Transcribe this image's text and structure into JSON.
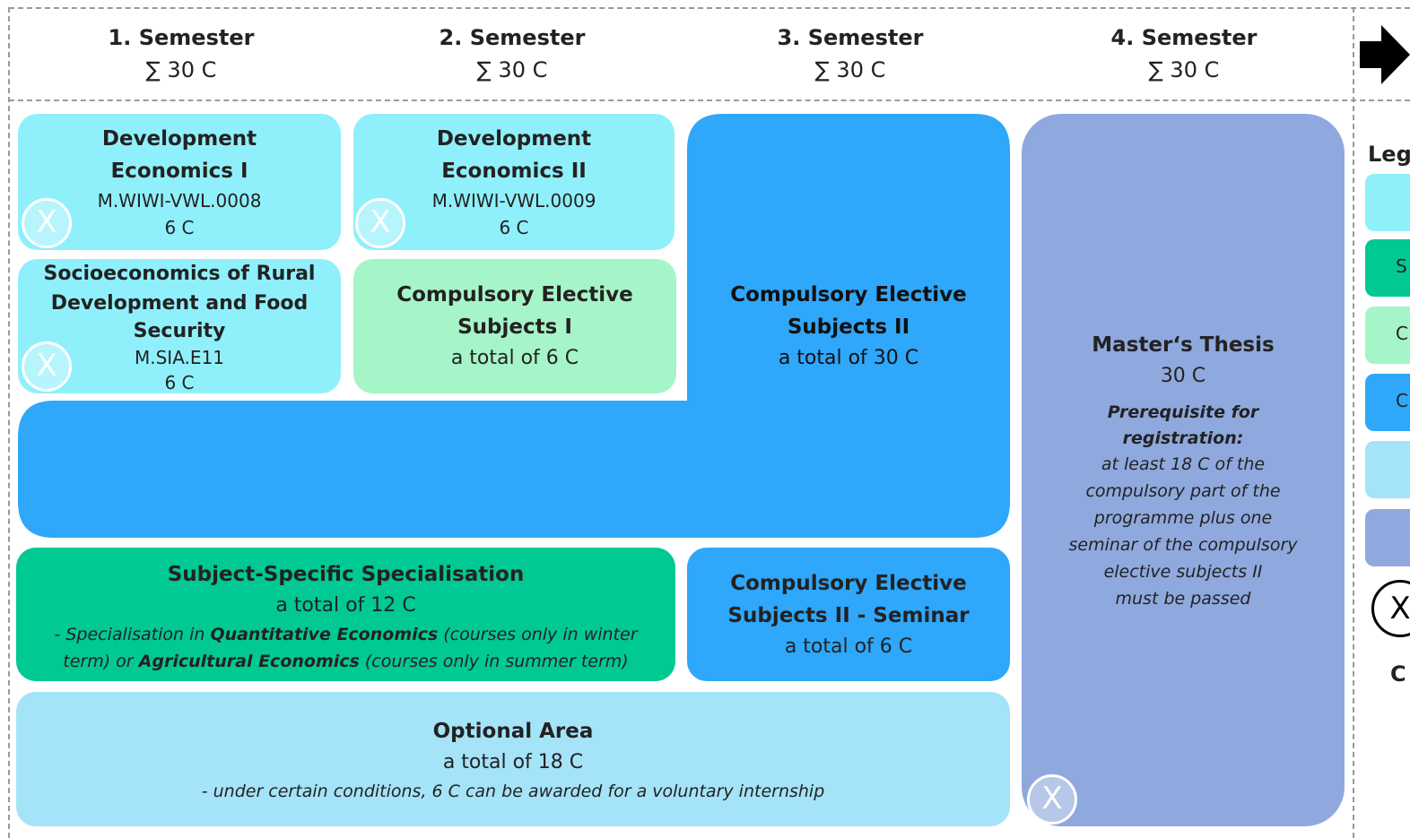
{
  "semesters": [
    {
      "title": "1. Semester",
      "credits": "∑ 30 C"
    },
    {
      "title": "2. Semester",
      "credits": "∑ 30 C"
    },
    {
      "title": "3. Semester",
      "credits": "∑ 30 C"
    },
    {
      "title": "4. Semester",
      "credits": "∑ 30 C"
    }
  ],
  "modules": {
    "dev1": {
      "title1": "Development",
      "title2": "Economics I",
      "code": "M.WIWI-VWL.0008",
      "credits": "6 C"
    },
    "dev2": {
      "title1": "Development",
      "title2": "Economics II",
      "code": "M.WIWI-VWL.0009",
      "credits": "6 C"
    },
    "socio": {
      "title1": "Socioeconomics of Rural",
      "title2": "Development and Food",
      "title3": "Security",
      "code": "M.SIA.E11",
      "credits": "6 C"
    },
    "ce1": {
      "title1": "Compulsory Elective",
      "title2": "Subjects I",
      "total": "a total of 6 C"
    },
    "ce2": {
      "title1": "Compulsory Elective",
      "title2": "Subjects II",
      "total": "a total of 30 C"
    },
    "thesis": {
      "title": "Master‘s Thesis",
      "credits": "30 C",
      "prereq1": "Prerequisite for",
      "prereq2": "registration:",
      "line1": "at least 18 C of the",
      "line2": "compulsory part of the",
      "line3": "programme plus one",
      "line4": "seminar of the compulsory",
      "line5": "elective subjects II",
      "line6": "must be passed"
    },
    "spec": {
      "title": "Subject-Specific Specialisation",
      "total": "a total of 12 C",
      "l1a": "- Specialisation in ",
      "l1b": "Quantitative Economics",
      "l1c": " (courses only in winter",
      "l2a": "term) or ",
      "l2b": "Agricultural Economics",
      "l2c": " (courses only in summer term)"
    },
    "seminar": {
      "title1": "Compulsory Elective",
      "title2": "Subjects II - Seminar",
      "total": "a total of 6 C"
    },
    "optional": {
      "title": "Optional Area",
      "total": "a total of 18 C",
      "note": "- under certain conditions, 6 C can be awarded for a voluntary internship"
    }
  },
  "badge_symbol": "X",
  "legend": {
    "title": "Leg",
    "letters": [
      "S",
      "C",
      "C"
    ],
    "c_label": "C",
    "badge_symbol": "X"
  },
  "colors": {
    "light_cyan": "#8ff0fb",
    "mint": "#a6f5c8",
    "blue": "#2fa7fa",
    "green": "#00c993",
    "pale_blue": "#a4e3f8",
    "lavender": "#8fa9de"
  }
}
